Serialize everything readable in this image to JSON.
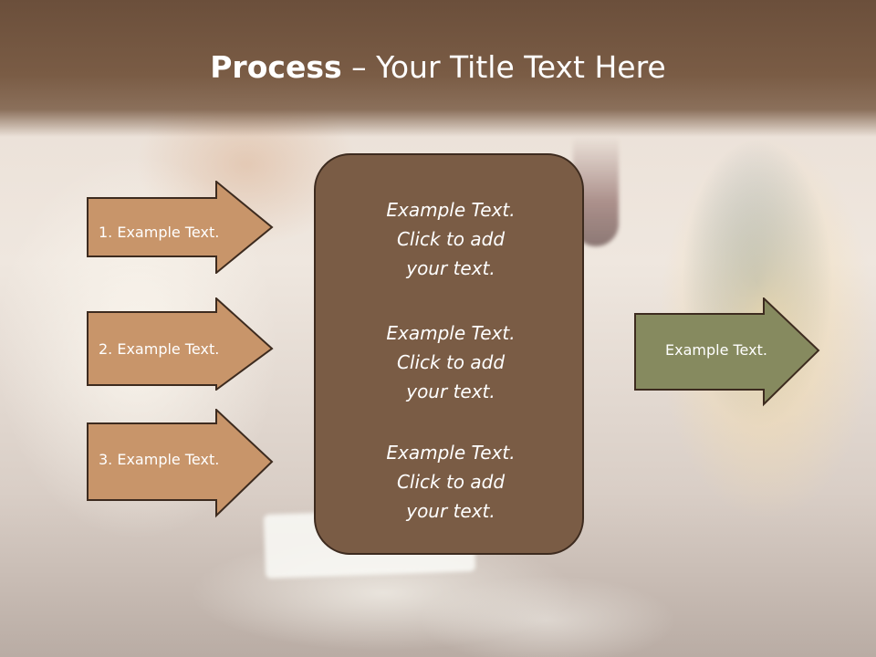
{
  "slide": {
    "title_bold": "Process",
    "title_rest": " – Your Title Text Here"
  },
  "left_arrows": [
    {
      "label": "1. Example Text."
    },
    {
      "label": "2. Example Text."
    },
    {
      "label": "3. Example Text."
    }
  ],
  "center_box": {
    "blocks": [
      {
        "line1": "Example Text.",
        "line2": "Click  to add",
        "line3": "your text."
      },
      {
        "line1": "Example Text.",
        "line2": "Click  to add",
        "line3": "your text."
      },
      {
        "line1": "Example Text.",
        "line2": "Click  to add",
        "line3": "your text."
      }
    ]
  },
  "right_arrow": {
    "label": "Example Text."
  },
  "colors": {
    "left_arrow_fill": "#c8956a",
    "arrow_stroke": "#3d2b1f",
    "center_fill": "#7a5c45",
    "right_arrow_fill": "#868a5f",
    "title_bar": "#7a5c45"
  }
}
